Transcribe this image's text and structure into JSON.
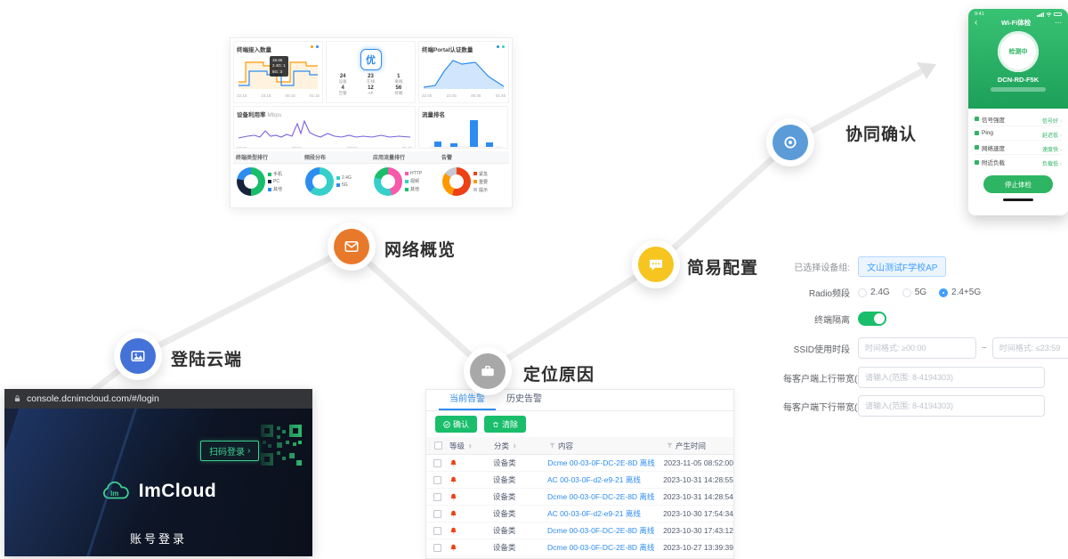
{
  "steps": [
    {
      "label": "登陆云端",
      "color": "#4472d9"
    },
    {
      "label": "网络概览",
      "color": "#e8782a"
    },
    {
      "label": "定位原因",
      "color": "#a8a8a8"
    },
    {
      "label": "简易配置",
      "color": "#f6c51f"
    },
    {
      "label": "协同确认",
      "color": "#5b9bd8"
    }
  ],
  "dashboard": {
    "terminal_access": {
      "title": "终端接入数量",
      "x_ticks": [
        "22:15",
        "23:15",
        "00:15",
        "01:15"
      ],
      "tooltip": [
        "16:45",
        "2.4G: 1",
        "5G: 3"
      ]
    },
    "health": {
      "grade": "优",
      "stats": [
        {
          "label": "设备",
          "value": "24"
        },
        {
          "label": "在线",
          "value": "23"
        },
        {
          "label": "离线",
          "value": "1"
        },
        {
          "label": "告警",
          "value": "4"
        },
        {
          "label": "AP",
          "value": "12"
        },
        {
          "label": "终端",
          "value": "56"
        }
      ]
    },
    "portal": {
      "title": "终端Portal认证数量",
      "x_ticks": [
        "22:45",
        "23:45",
        "00:45",
        "01:45"
      ]
    },
    "utilization": {
      "title": "设备利用率",
      "unit": "Mbps",
      "x_ticks": [
        "22:15",
        "23:15",
        "00:15",
        "01:15"
      ]
    },
    "traffic": {
      "title": "流量排名"
    },
    "donut_charts": [
      {
        "title": "终端类型排行",
        "segments": [
          {
            "label": "手机",
            "color": "#19be6b",
            "pct": 50
          },
          {
            "label": "PC",
            "color": "#17233d",
            "pct": 28
          },
          {
            "label": "其他",
            "color": "#2d8cf0",
            "pct": 22
          }
        ]
      },
      {
        "title": "频段分布",
        "segments": [
          {
            "label": "2.4G",
            "color": "#36cfc9",
            "pct": 62
          },
          {
            "label": "5G",
            "color": "#2d8cf0",
            "pct": 38
          }
        ]
      },
      {
        "title": "应用流量排行",
        "segments": [
          {
            "label": "HTTP",
            "color": "#f759ab",
            "pct": 46
          },
          {
            "label": "视频",
            "color": "#36cfc9",
            "pct": 34
          },
          {
            "label": "其他",
            "color": "#19be6b",
            "pct": 20
          }
        ]
      },
      {
        "title": "告警",
        "segments": [
          {
            "label": "紧急",
            "color": "#ed4014",
            "pct": 55
          },
          {
            "label": "重要",
            "color": "#ff9900",
            "pct": 30
          },
          {
            "label": "提示",
            "color": "#c5c8ce",
            "pct": 15
          }
        ]
      }
    ]
  },
  "login": {
    "url": "console.dcnimcloud.com/#/login",
    "qr_button_label": "扫码登录",
    "qr_arrow": "›",
    "brand": "ImCloud",
    "brand_mark": "lm",
    "subtitle": "账号登录"
  },
  "alarms": {
    "tabs": [
      {
        "label": "当前告警"
      },
      {
        "label": "历史告警"
      }
    ],
    "confirm_button": "确认",
    "clear_button": "清除",
    "columns": {
      "level": "等级",
      "category": "分类",
      "content": "内容",
      "time": "产生时间"
    },
    "rows": [
      {
        "category": "设备类",
        "content": "Dcme 00-03-0F-DC-2E-8D 离线",
        "time": "2023-11-05 08:52:00"
      },
      {
        "category": "设备类",
        "content": "AC 00-03-0F-d2-e9-21 离线",
        "time": "2023-10-31 14:28:55"
      },
      {
        "category": "设备类",
        "content": "Dcme 00-03-0F-DC-2E-8D 离线",
        "time": "2023-10-31 14:28:54"
      },
      {
        "category": "设备类",
        "content": "AC 00-03-0F-d2-e9-21 离线",
        "time": "2023-10-30 17:54:34"
      },
      {
        "category": "设备类",
        "content": "Dcme 00-03-0F-DC-2E-8D 离线",
        "time": "2023-10-30 17:43:12"
      },
      {
        "category": "设备类",
        "content": "Dcme 00-03-0F-DC-2E-8D 离线",
        "time": "2023-10-27 13:39:39"
      }
    ]
  },
  "config": {
    "device_group_label": "已选择设备组:",
    "device_group_value": "文山测试F学校AP",
    "radio_label": "Radio频段",
    "radio_options": [
      {
        "label": "2.4G"
      },
      {
        "label": "5G"
      },
      {
        "label": "2.4+5G"
      }
    ],
    "radio_selected": "2.4+5G",
    "isolation_label": "终端隔离",
    "ssid_label": "SSID使用时段",
    "ssid_start_placeholder": "时间格式: ≥00:00",
    "ssid_end_placeholder": "时间格式: ≤23:59",
    "ssid_separator": "~",
    "uplink_label": "每客户端上行带宽(kbps)",
    "downlink_label": "每客户端下行带宽(kbps)",
    "bandwidth_placeholder": "请输入(范围: 8-4194303)"
  },
  "mobile": {
    "status_time": "9:41",
    "nav_title": "Wi-Fi体检",
    "back_glyph": "‹",
    "more_glyph": "⋯",
    "gauge_text": "检测中",
    "ssid": "DCN-RD-F5K",
    "items": [
      {
        "label": "信号强度",
        "value": "信号好"
      },
      {
        "label": "Ping",
        "value": "延迟低"
      },
      {
        "label": "网络速度",
        "value": "速度快"
      },
      {
        "label": "附近负载",
        "value": "负载低"
      }
    ],
    "stop_button": "停止体检"
  }
}
